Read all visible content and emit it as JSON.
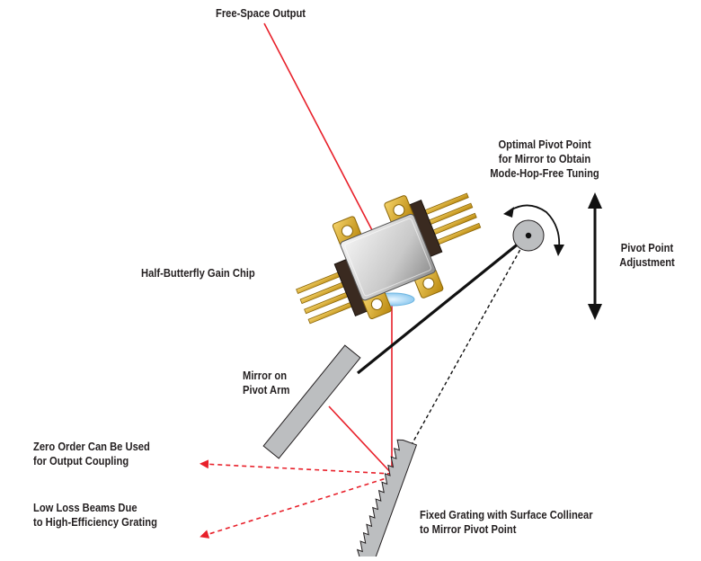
{
  "labels": {
    "free_space_output": "Free-Space Output",
    "optimal_pivot": [
      "Optimal Pivot Point",
      "for Mirror to Obtain",
      "Mode-Hop-Free Tuning"
    ],
    "pivot_adjustment": [
      "Pivot Point",
      "Adjustment"
    ],
    "gain_chip": "Half-Butterfly Gain Chip",
    "mirror": [
      "Mirror on",
      "Pivot Arm"
    ],
    "zero_order": [
      "Zero Order Can Be Used",
      "for Output Coupling"
    ],
    "low_loss": [
      "Low Loss Beams Due",
      "to High-Efficiency Grating"
    ],
    "fixed_grating": [
      "Fixed Grating with Surface Collinear",
      "to Mirror Pivot Point"
    ]
  },
  "colors": {
    "beam": "#e8202a",
    "arm": "#111111",
    "gold": "#d4a017",
    "mirror_fill": "#bcbec0",
    "lens": "#a8d8f0",
    "pivot": "#bcbec0",
    "text": "#231f20"
  }
}
